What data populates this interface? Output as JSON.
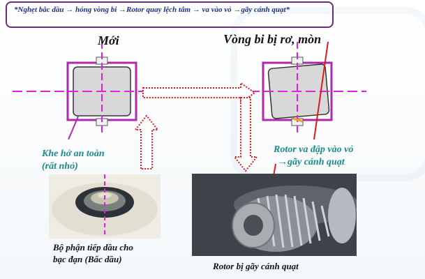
{
  "note": {
    "text": "*Nghẹt bắc dầu → hỏng vòng bi →Rotor quay lệch tâm → va vào vỏ →gãy cánh quạt*"
  },
  "left_title": "Mới",
  "right_title": "Vòng bi bị rơ, mòn",
  "gap_label": {
    "line1": "Khe hở an toàn",
    "line2": "(rất nhỏ)"
  },
  "impact_label": {
    "line1": "Rotor va đập vào vỏ",
    "line2": "→gãy cánh quạt"
  },
  "oil_caption": {
    "line1": "Bộ phận tiếp dầu cho",
    "line2": "bạc đạn (Bấc dầu)"
  },
  "rotor_caption": "Rotor bị gãy cánh quạt",
  "colors": {
    "frame": "#b028b0",
    "dash": "#e020e0",
    "rotor_fill": "#d8d8d8",
    "arrow": "#dd1a1a",
    "label": "#1c8a8a",
    "note_border": "#6a2a7e",
    "note_text": "#1c2f8c"
  }
}
